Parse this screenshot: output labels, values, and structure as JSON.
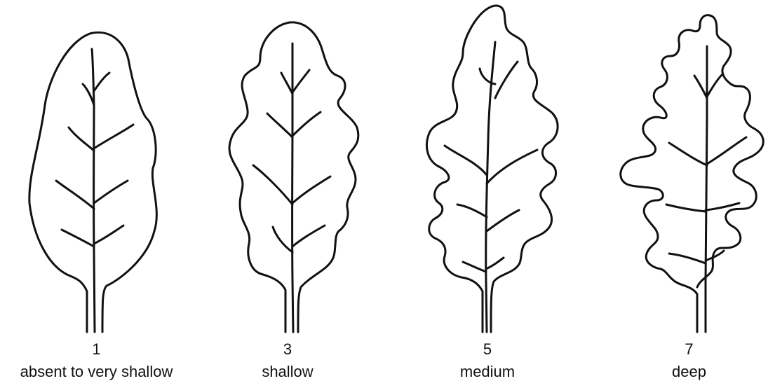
{
  "leaves": [
    {
      "number": "1",
      "label": "absent to very shallow"
    },
    {
      "number": "3",
      "label": "shallow"
    },
    {
      "number": "5",
      "label": "medium"
    },
    {
      "number": "7",
      "label": "deep"
    }
  ]
}
